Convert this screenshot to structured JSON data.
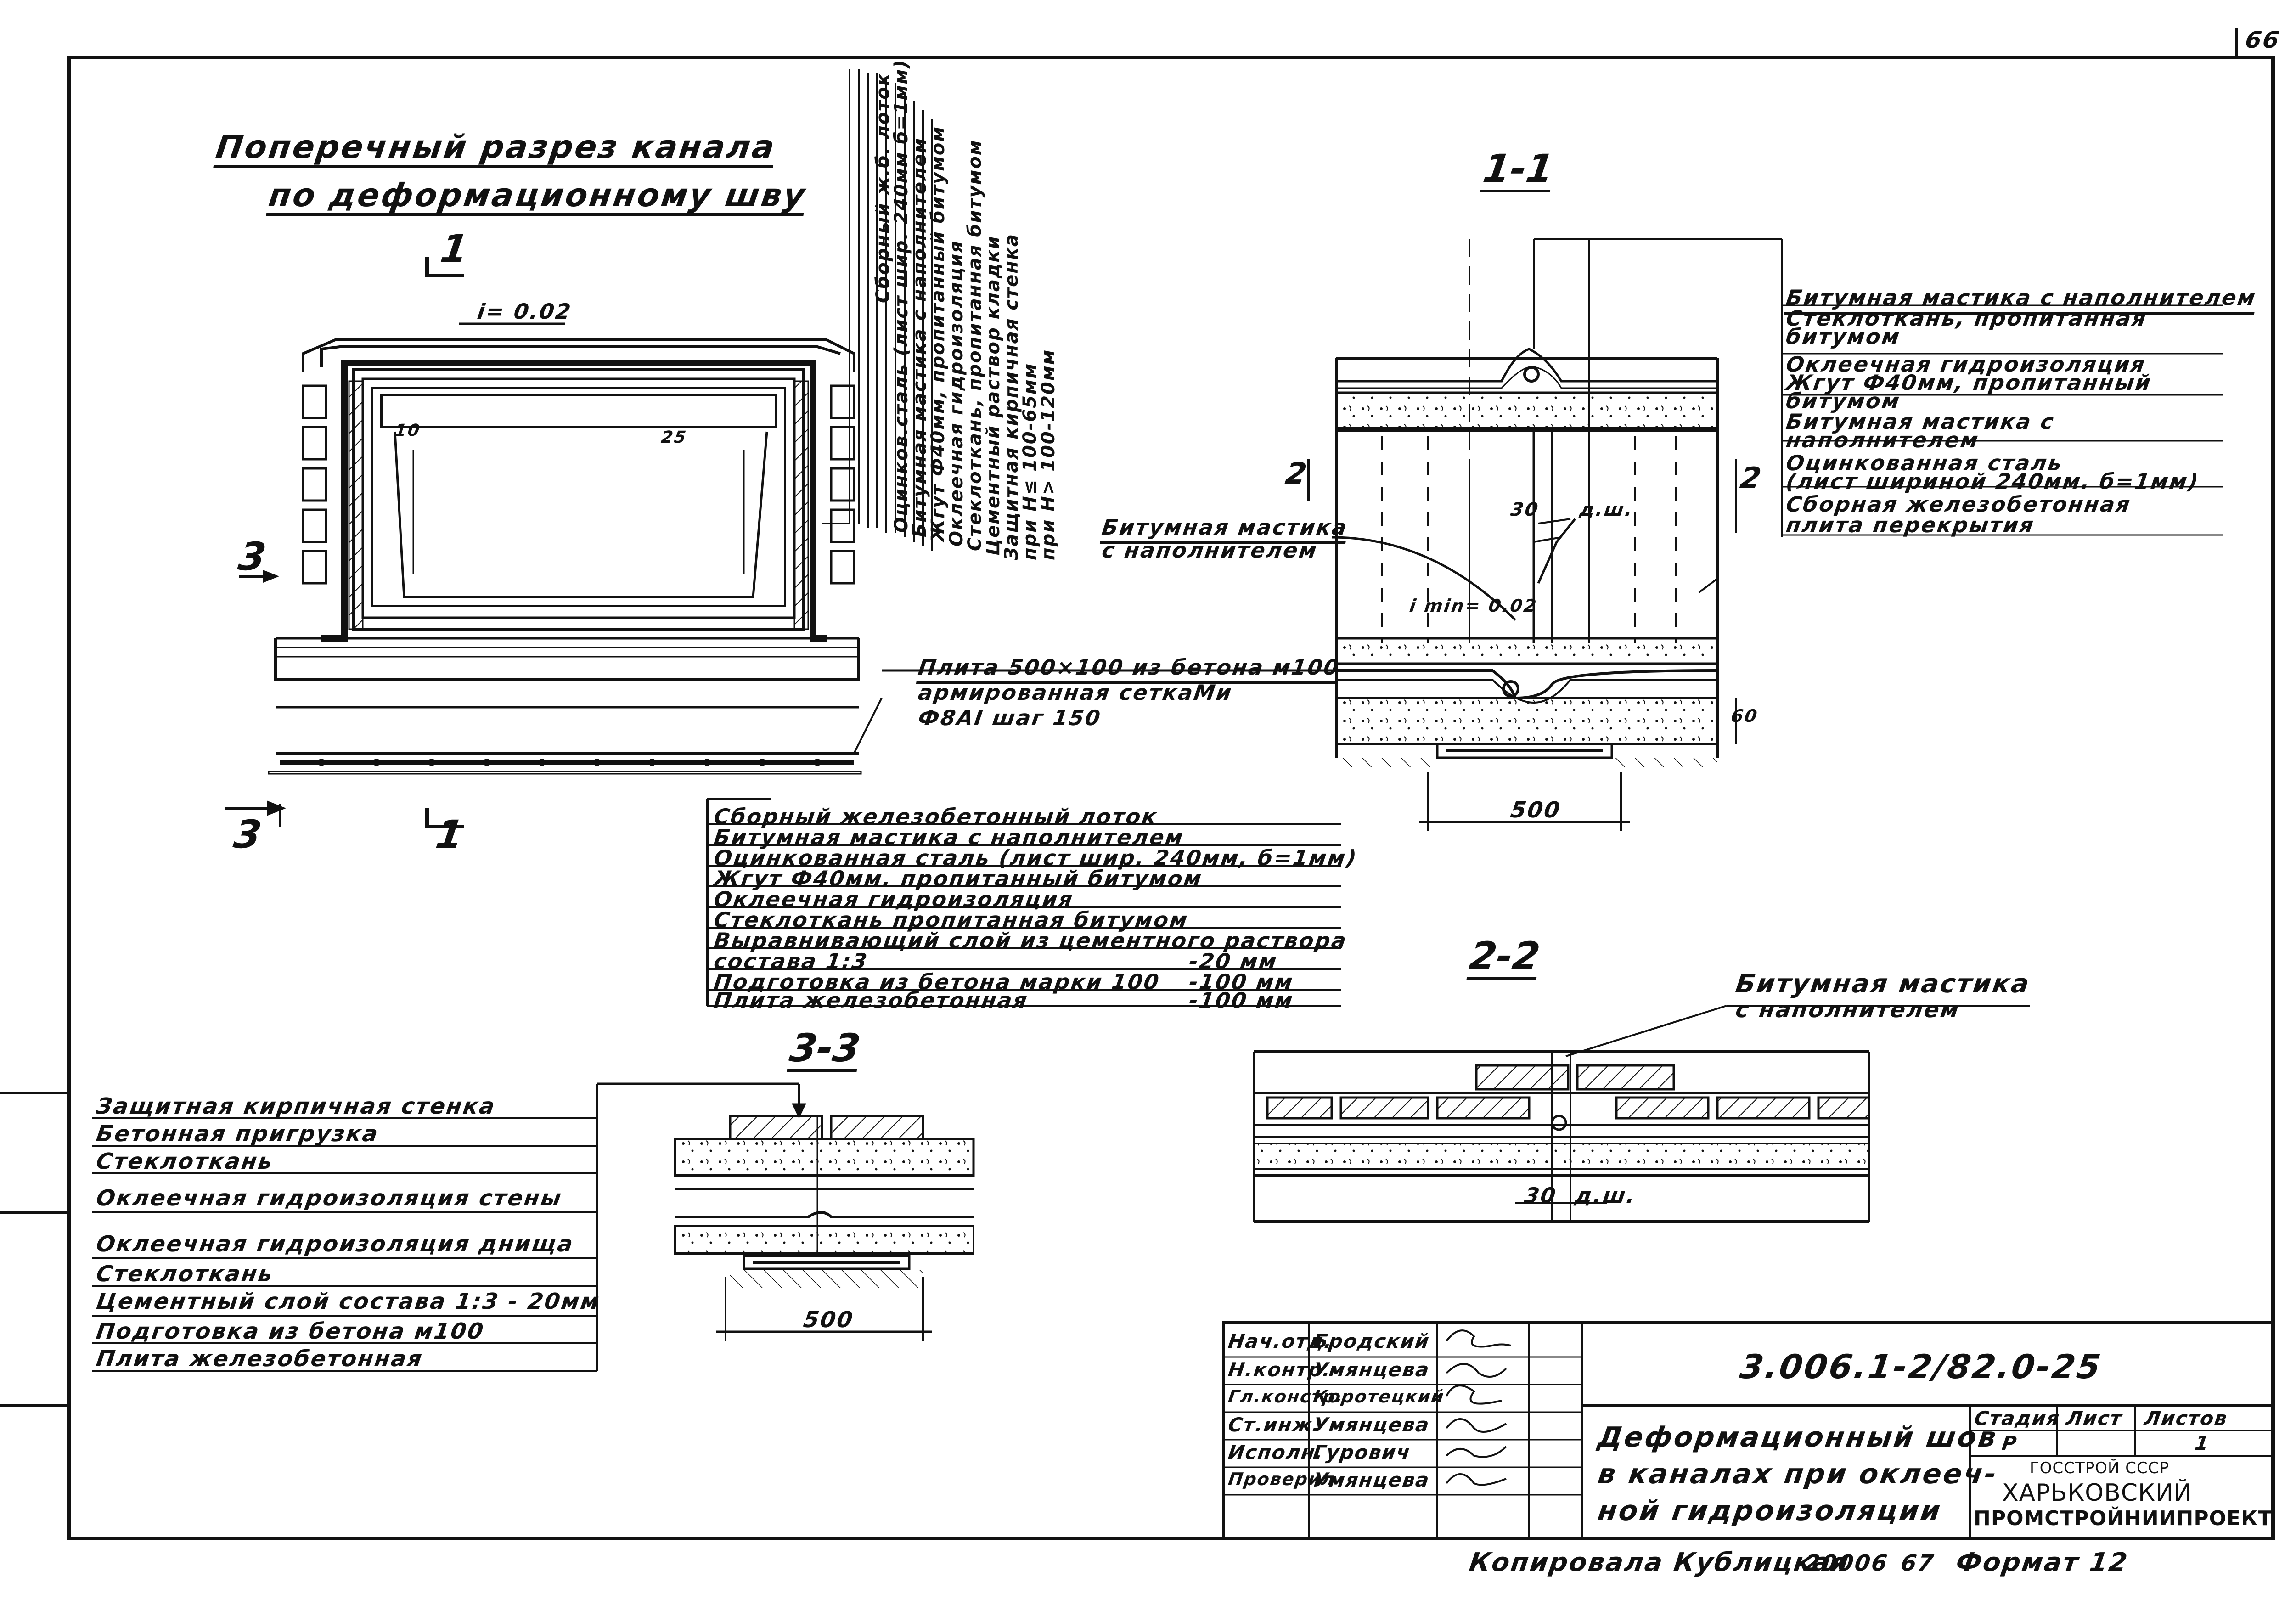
{
  "sheet_number": "66",
  "main_title": {
    "line1": "Поперечный разрез канала",
    "line2": "по деформационному шву"
  },
  "slope_label": "i= 0.02",
  "dim_10": "10",
  "dim_25": "25",
  "section_marks": {
    "s1_top": "1",
    "s1_bottom": "1",
    "s3_left": "3",
    "s3_bottom": "3",
    "s2_left": "2",
    "s2_right": "2"
  },
  "vertical_legend": [
    "Сборный ж.б. лоток",
    "Оцинков.сталь (лист шир. 240мм б=1мм)",
    "Битумная мастика с наполнителем",
    "Жгут Ф40мм, пропитанный битумом",
    "Оклеечная гидроизоляция",
    "Стеклоткань, пропитанная битумом",
    "Цементный раствор кладки",
    "Защитная кирпичная стенка",
    "при H≤ 100-65мм",
    "при H> 100-120мм"
  ],
  "plate_note": [
    "Плита 500×100 из бетона м100",
    "армированная сеткаМи",
    "Ф8АI шаг 150"
  ],
  "bottom_legend": [
    {
      "text": "Сборный железобетонный лоток",
      "value": ""
    },
    {
      "text": "Битумная мастика с наполнителем",
      "value": ""
    },
    {
      "text": "Оцинкованная сталь (лист шир. 240мм, б=1мм)",
      "value": ""
    },
    {
      "text": "Жгут Ф40мм. пропитанный битумом",
      "value": ""
    },
    {
      "text": "Оклеечная гидроизоляция",
      "value": ""
    },
    {
      "text": "Стеклоткань пропитанная битумом",
      "value": ""
    },
    {
      "text": "Выравнивающий слой из цементного раствора",
      "value": ""
    },
    {
      "text": "состава 1:3",
      "value": "-20 мм"
    },
    {
      "text": "Подготовка из бетона марки 100",
      "value": "-100 мм"
    },
    {
      "text": "Плита железобетонная",
      "value": "-100 мм"
    }
  ],
  "section_1_1": {
    "title": "1-1",
    "legend": [
      "Битумная мастика с наполнителем",
      "Стеклоткань, пропитанная",
      "битумом",
      "Оклеечная гидроизоляция",
      "Жгут Ф40мм, пропитанный",
      "битумом",
      "Битумная мастика с",
      "наполнителем",
      "Оцинкованная сталь",
      "(лист шириной 240мм. б=1мм)",
      "Сборная железобетонная",
      "плита перекрытия"
    ],
    "mastic_label": [
      "Битумная мастика",
      "с наполнителем"
    ],
    "dim_30": "30",
    "dsh": "д.ш.",
    "i_min": "i min= 0.02",
    "dim_60": "60",
    "dim_500": "500"
  },
  "section_2_2": {
    "title": "2-2",
    "mastic": [
      "Битумная мастика",
      "с наполнителем"
    ],
    "dim_30": "30",
    "dsh": "д.ш."
  },
  "section_3_3": {
    "title": "3-3",
    "dim_500": "500"
  },
  "wall_legend": [
    "Защитная кирпичная стенка",
    "Бетонная пригрузка",
    "Стеклоткань",
    "Оклеечная гидроизоляция стены",
    "Оклеечная гидроизоляция днища",
    "Стеклоткань",
    "Цементный слой состава 1:3 - 20мм",
    "Подготовка из бетона м100",
    "Плита железобетонная"
  ],
  "stamp": {
    "code": "3.006.1-2/82.0-25",
    "rows": [
      {
        "role": "Нач.отд.",
        "name": "Бродский"
      },
      {
        "role": "Н.контр.",
        "name": "Умянцева"
      },
      {
        "role": "Гл.констр.",
        "name": "Коротецкий"
      },
      {
        "role": "Ст.инж.",
        "name": "Умянцева"
      },
      {
        "role": "Исполн.",
        "name": "Гурович"
      },
      {
        "role": "Проверил",
        "name": "Умянцева"
      }
    ],
    "title_lines": [
      "Деформационный шов",
      "в каналах при оклееч-",
      "ной гидроизоляции"
    ],
    "stage_label": "Стадия",
    "stage_value": "Р",
    "sheet_label": "Лист",
    "sheet_value": "",
    "sheets_label": "Листов",
    "sheets_value": "1",
    "org_line1": "ГОССТРОЙ СССР",
    "org_line2": "ХАРЬКОВСКИЙ",
    "org_line3": "ПРОМСТРОЙНИИПРОЕКТ"
  },
  "footer": {
    "copied": "Копировала Кублицкая",
    "number": "20006",
    "page": "67",
    "format": "Формат 12"
  }
}
